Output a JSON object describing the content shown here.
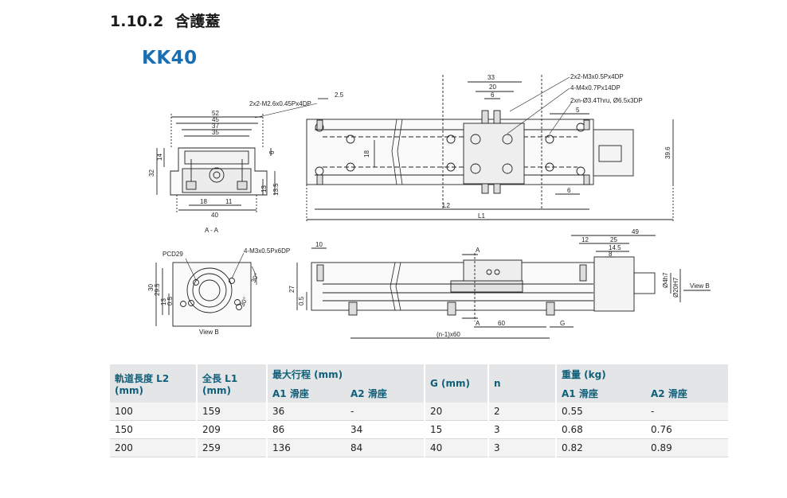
{
  "section": {
    "number": "1.10.2",
    "title": "含護蓋"
  },
  "model": "KK40",
  "drawing": {
    "front": {
      "dims": [
        "52",
        "45",
        "37",
        "35",
        "14",
        "32",
        "6",
        "13",
        "13.5",
        "18",
        "11",
        "40"
      ],
      "caption": "A - A",
      "note_screw": "2x2-M2.6x0.45Px4DP"
    },
    "top": {
      "d25": "2.5",
      "d33": "33",
      "d20": "20",
      "d6": "6",
      "d5": "5",
      "d18": "18",
      "d396": "39.6",
      "d6b": "6",
      "L2": "L2",
      "L1": "L1",
      "note1": "2x2-M3x0.5Px4DP",
      "note2": "4-M4x0.7Px14DP",
      "note3": "2xn-Ø3.4Thru, Ø6.5x3DP"
    },
    "viewb": {
      "pcd": "PCD29",
      "screw": "4-M3x0.5Px6DP",
      "d30": "30",
      "d295": "29.5",
      "d13": "13",
      "d05": "0.5",
      "a30a": "30°",
      "a30b": "30°",
      "caption": "View B"
    },
    "side": {
      "d10": "10",
      "d27": "27",
      "d05": "0.5",
      "A_top": "A",
      "A_bot": "A",
      "d60": "60",
      "G": "G",
      "n60": "(n-1)x60",
      "d49": "49",
      "d12": "12",
      "d25": "25",
      "d145": "14.5",
      "d8": "8",
      "phi4h7": "Ø4h7",
      "phi20h7": "Ø20H7",
      "viewb": "View B"
    }
  },
  "table": {
    "headers": {
      "rail_length": "軌道長度 L2",
      "rail_length_unit": "(mm)",
      "total_length": "全長 L1",
      "total_length_unit": "(mm)",
      "max_stroke": "最大行程 (mm)",
      "a1": "A1 滑座",
      "a2": "A2 滑座",
      "g": "G (mm)",
      "n": "n",
      "weight": "重量 (kg)",
      "w_a1": "A1 滑座",
      "w_a2": "A2 滑座"
    },
    "rows": [
      {
        "l2": "100",
        "l1": "159",
        "s1": "36",
        "s2": "-",
        "g": "20",
        "n": "2",
        "w1": "0.55",
        "w2": "-"
      },
      {
        "l2": "150",
        "l1": "209",
        "s1": "86",
        "s2": "34",
        "g": "15",
        "n": "3",
        "w1": "0.68",
        "w2": "0.76"
      },
      {
        "l2": "200",
        "l1": "259",
        "s1": "136",
        "s2": "84",
        "g": "40",
        "n": "3",
        "w1": "0.82",
        "w2": "0.89"
      }
    ]
  }
}
